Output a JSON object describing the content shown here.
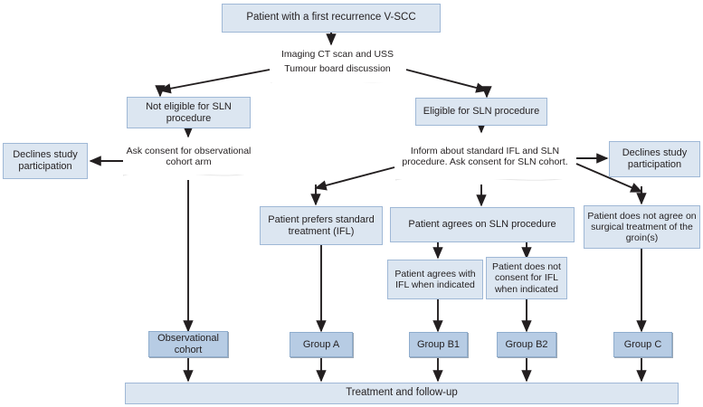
{
  "diagram": {
    "title": "V-SCC first recurrence SLN study flowchart",
    "colors": {
      "box_fill_light": "#DCE6F1",
      "box_fill_dark": "#B7CCE4",
      "box_border": "#9FB8D6",
      "doc_fill": "#FFFFFF",
      "arrow": "#231F20",
      "text": "#231F20"
    },
    "nodes": [
      {
        "id": "n1",
        "shape": "rect",
        "fill": "light",
        "label": "Patient with a first recurrence V-SCC"
      },
      {
        "id": "n2",
        "shape": "document",
        "fill": "white",
        "label": "Imaging CT scan and USS",
        "line1": "Imaging CT scan and USS",
        "line2": "Tumour board discussion"
      },
      {
        "id": "n3",
        "shape": "rect",
        "fill": "light",
        "label": "Not eligible for SLN procedure"
      },
      {
        "id": "n4",
        "shape": "rect",
        "fill": "light",
        "label": "Eligible for SLN procedure"
      },
      {
        "id": "n5",
        "shape": "document",
        "fill": "white",
        "label": "Ask consent for observational cohort arm"
      },
      {
        "id": "n6",
        "shape": "rect",
        "fill": "light",
        "label": "Declines study participation"
      },
      {
        "id": "n7",
        "shape": "document",
        "fill": "white",
        "label": "Inform about  standard IFL and  SLN procedure. Ask consent for SLN cohort.",
        "line1": "Inform about  standard IFL and  SLN procedure.",
        "line2": "Ask consent for SLN cohort."
      },
      {
        "id": "n8",
        "shape": "rect",
        "fill": "light",
        "label": "Declines study participation"
      },
      {
        "id": "n9",
        "shape": "rect",
        "fill": "light",
        "label": "Patient prefers standard treatment (IFL)"
      },
      {
        "id": "n10",
        "shape": "rect",
        "fill": "light",
        "label": "Patient agrees on SLN procedure"
      },
      {
        "id": "n11",
        "shape": "rect",
        "fill": "light",
        "label": "Patient does not agree on surgical treatment of the groin(s)"
      },
      {
        "id": "n12",
        "shape": "rect",
        "fill": "light",
        "label": "Patient agrees with IFL when indicated"
      },
      {
        "id": "n13",
        "shape": "rect",
        "fill": "light",
        "label": "Patient does not consent for IFL when indicated"
      },
      {
        "id": "n14",
        "shape": "rect",
        "fill": "dark",
        "label": "Observational cohort"
      },
      {
        "id": "n15",
        "shape": "rect",
        "fill": "dark",
        "label": "Group A"
      },
      {
        "id": "n16",
        "shape": "rect",
        "fill": "dark",
        "label": "Group B1"
      },
      {
        "id": "n17",
        "shape": "rect",
        "fill": "dark",
        "label": "Group B2"
      },
      {
        "id": "n18",
        "shape": "rect",
        "fill": "dark",
        "label": "Group C"
      },
      {
        "id": "n19",
        "shape": "rect",
        "fill": "light",
        "label": "Treatment and follow-up"
      }
    ]
  }
}
